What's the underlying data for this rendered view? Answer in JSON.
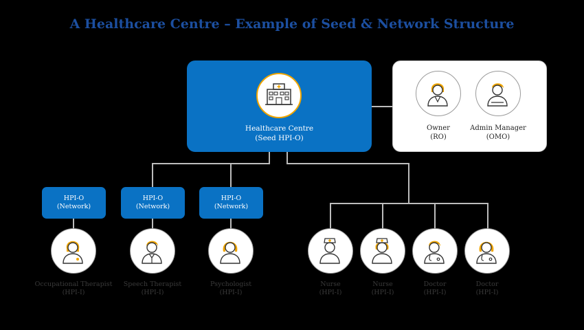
{
  "title": "A Healthcare Centre – Example of Seed & Network Structure",
  "colors": {
    "title": "#1c4fa0",
    "box_blue": "#0a72c4",
    "accent": "#f0a500",
    "connector": "#bdbdbd"
  },
  "seed": {
    "line1": "Healthcare Centre",
    "line2": "(Seed HPI-O)",
    "icon": "hospital-icon"
  },
  "officers": [
    {
      "line1": "Owner",
      "line2": "(RO)",
      "icon": "owner-person-icon"
    },
    {
      "line1": "Admin Manager",
      "line2": "(OMO)",
      "icon": "admin-person-icon"
    }
  ],
  "networks": [
    {
      "line1": "HPI-O",
      "line2": "(Network)"
    },
    {
      "line1": "HPI-O",
      "line2": "(Network)"
    },
    {
      "line1": "HPI-O",
      "line2": "(Network)"
    }
  ],
  "practitioners": [
    {
      "line1": "Occupational Therapist",
      "line2": "(HPI-I)",
      "icon": "occupational-therapist-icon"
    },
    {
      "line1": "Speech Therapist",
      "line2": "(HPI-I)",
      "icon": "speech-therapist-icon"
    },
    {
      "line1": "Psychologist",
      "line2": "(HPI-I)",
      "icon": "psychologist-icon"
    },
    {
      "line1": "Nurse",
      "line2": "(HPI-I)",
      "icon": "nurse-icon"
    },
    {
      "line1": "Nurse",
      "line2": "(HPI-I)",
      "icon": "nurse-icon"
    },
    {
      "line1": "Doctor",
      "line2": "(HPI-I)",
      "icon": "doctor-icon"
    },
    {
      "line1": "Doctor",
      "line2": "(HPI-I)",
      "icon": "doctor-icon"
    }
  ]
}
